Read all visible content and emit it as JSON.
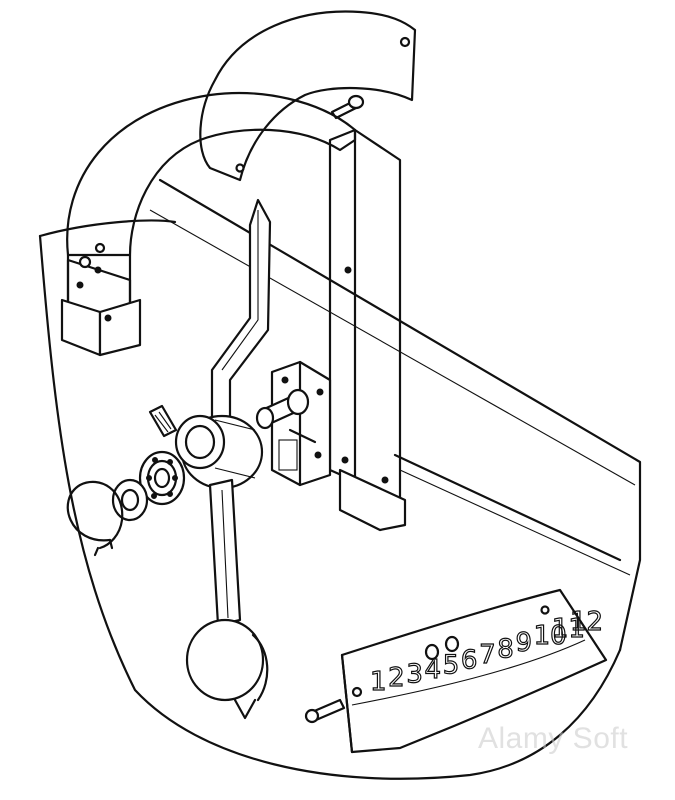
{
  "scale_labels": [
    "1",
    "2",
    "3",
    "4",
    "5",
    "6",
    "7",
    "8",
    "9",
    "10",
    "11",
    "12"
  ],
  "watermark": "Alamy Soft",
  "colors": {
    "ink": "#111111",
    "paper": "#ffffff",
    "stipple": "#555555"
  }
}
